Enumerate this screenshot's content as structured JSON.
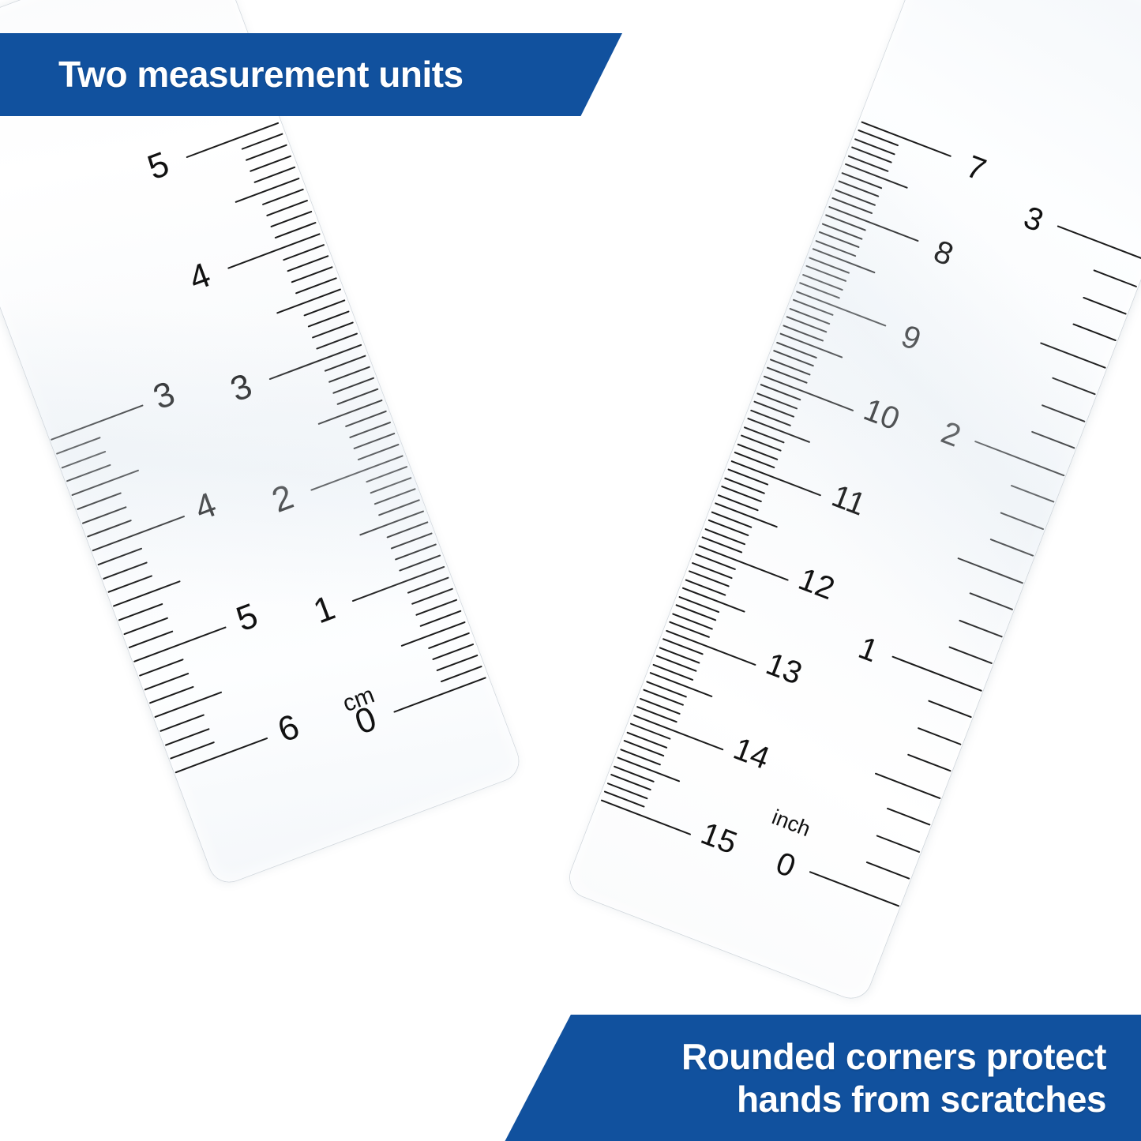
{
  "page": {
    "title": "Clear plastic ruler product feature image",
    "background_color": "#ffffff"
  },
  "banners": {
    "accent_color": "#11519e",
    "text_color": "#ffffff",
    "top": {
      "id": "two-measurement-units",
      "text": "Two measurement units"
    },
    "bottom": {
      "id": "rounded-corners",
      "text": "Rounded corners protect\nhands from scratches"
    }
  },
  "rulers": [
    {
      "id": "left-ruler",
      "name": "left-ruler",
      "description": "Clear plastic ruler angled top-right to bottom-left, cm scale inboard, inch scale outboard",
      "rotation_deg": 69.5,
      "material_color": "#fbfcfd",
      "tick_color": "#1b1b1b",
      "scales": [
        {
          "unit": "cm",
          "unit_label": "cm",
          "edge": "right",
          "visible_numbers": [
            "0",
            "1",
            "2",
            "3",
            "4",
            "5"
          ],
          "minor_divisions_per_unit": 10
        },
        {
          "unit": "inch",
          "unit_label": "",
          "edge": "left",
          "visible_numbers": [
            "6",
            "5",
            "4",
            "3"
          ],
          "minor_divisions_per_unit": 8
        }
      ]
    },
    {
      "id": "right-ruler",
      "name": "right-ruler",
      "description": "Clear plastic ruler angled top-left to bottom-right, inch scale outboard, cm scale inboard",
      "rotation_deg": -69,
      "material_color": "#fbfcfd",
      "tick_color": "#1b1b1b",
      "scales": [
        {
          "unit": "inch",
          "unit_label": "inch",
          "edge": "left",
          "visible_numbers": [
            "0",
            "1",
            "2",
            "3"
          ],
          "minor_divisions_per_unit": 8
        },
        {
          "unit": "cm",
          "unit_label": "",
          "edge": "right",
          "visible_numbers": [
            "15",
            "14",
            "13",
            "12",
            "11",
            "10",
            "9",
            "8",
            "7"
          ],
          "minor_divisions_per_unit": 10
        }
      ]
    }
  ]
}
